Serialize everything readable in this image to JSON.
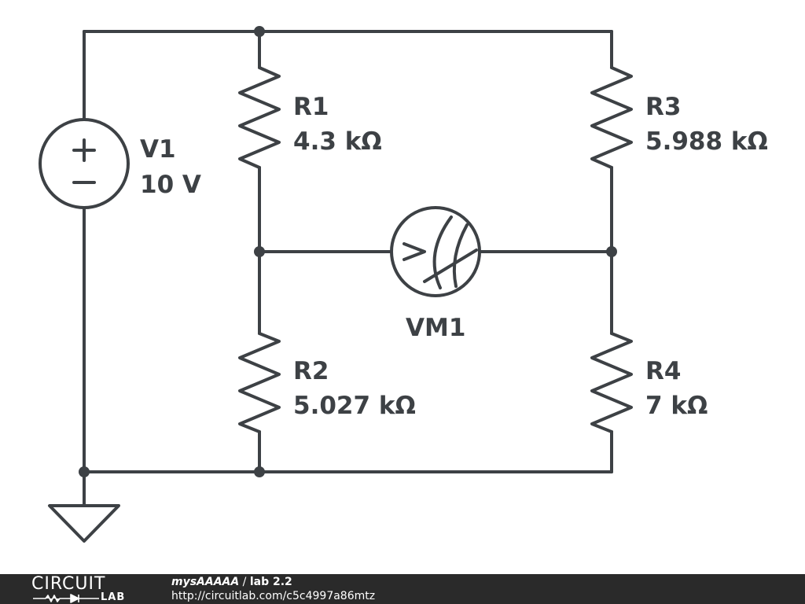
{
  "components": {
    "v1": {
      "name": "V1",
      "value": "10 V"
    },
    "r1": {
      "name": "R1",
      "value": "4.3 kΩ"
    },
    "r2": {
      "name": "R2",
      "value": "5.027 kΩ"
    },
    "r3": {
      "name": "R3",
      "value": "5.988 kΩ"
    },
    "r4": {
      "name": "R4",
      "value": "7 kΩ"
    },
    "vm1": {
      "name": "VM1"
    }
  },
  "footer": {
    "logo_top": "CIRCUIT",
    "logo_bottom": "LAB",
    "user": "mysAAAAA",
    "separator": " / ",
    "project": "lab 2.2",
    "url": "http://circuitlab.com/c5c4997a86mtz"
  },
  "colors": {
    "ink": "#3d4145",
    "footer_bg": "#2a2a2a"
  }
}
